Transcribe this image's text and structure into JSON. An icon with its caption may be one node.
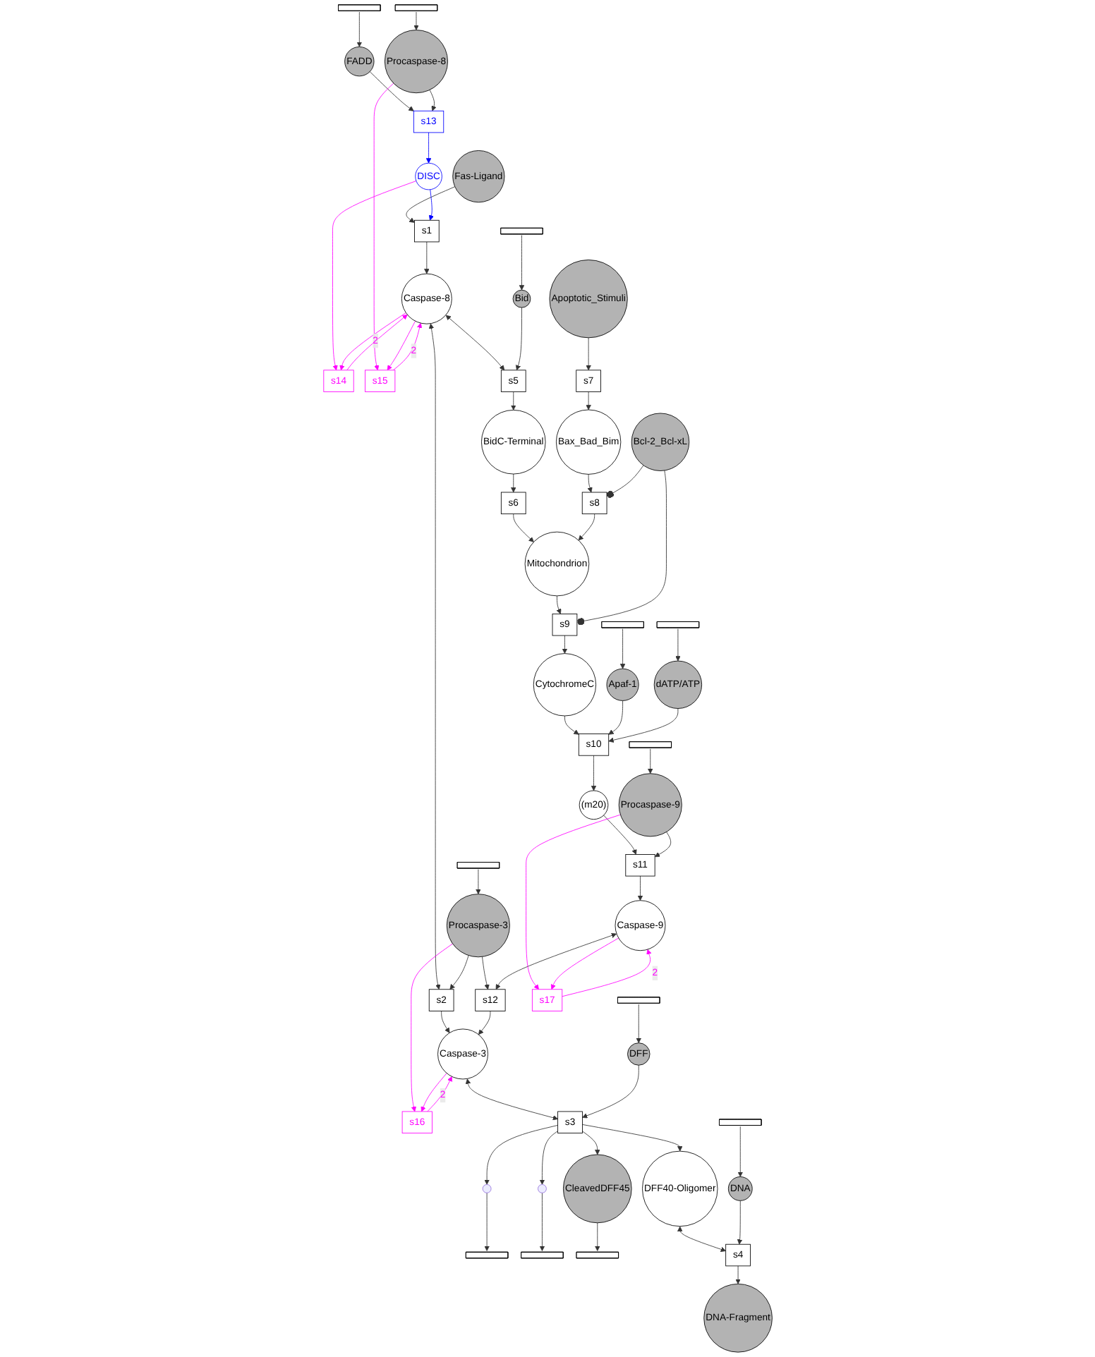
{
  "diagram": {
    "nodes": [
      {
        "text": [],
        "shape": "bar"
      },
      {
        "text": [],
        "shape": "bar"
      },
      {
        "text": [
          "Fas-Ligand"
        ]
      },
      {
        "text": [
          "FADD"
        ]
      },
      {
        "text": [
          "Procaspase-8"
        ]
      },
      {
        "text": [
          "s13"
        ]
      },
      {
        "text": [
          "DISC"
        ]
      },
      {
        "text": [
          "s1"
        ]
      },
      {
        "text": [
          "s14"
        ]
      },
      {
        "text": [
          "s15"
        ]
      },
      {
        "text": [],
        "shape": "bar"
      },
      {
        "text": [
          "Bid"
        ]
      },
      {
        "text": [
          "Caspase-8"
        ]
      },
      {
        "text": [
          "s5"
        ]
      },
      {
        "text": [],
        "shape": "bar"
      },
      {
        "text": [
          "Procaspase-3"
        ]
      },
      {
        "text": [
          "BidC-Terminal"
        ]
      },
      {
        "text": [
          "s6"
        ]
      },
      {
        "text": [
          "s16"
        ]
      },
      {
        "text": [
          "s2"
        ]
      },
      {
        "text": [
          "s12"
        ]
      },
      {
        "text": [
          "Caspase-3"
        ]
      },
      {
        "text": [],
        "shape": "bar"
      },
      {
        "text": [
          "DFF"
        ]
      },
      {
        "text": [
          "s3"
        ]
      },
      {
        "text": [],
        "shape": "circle"
      },
      {
        "text": [],
        "shape": "circle"
      },
      {
        "text": [
          "CleavedDFF45"
        ]
      },
      {
        "text": [],
        "shape": "bar"
      },
      {
        "text": [],
        "shape": "bar"
      },
      {
        "text": [],
        "shape": "bar"
      },
      {
        "text": [
          "DFF40-Oligomer"
        ]
      },
      {
        "text": [],
        "shape": "bar"
      },
      {
        "text": [
          "DNA"
        ]
      },
      {
        "text": [
          "s4"
        ]
      },
      {
        "text": [
          "DNA-Fragment"
        ]
      },
      {
        "text": [
          "Apoptotic_Stimuli"
        ]
      },
      {
        "text": [
          "s7"
        ]
      },
      {
        "text": [
          "Bax_Bad_Bim"
        ]
      },
      {
        "text": [
          "s8"
        ]
      },
      {
        "text": [
          "Mitochondrion"
        ]
      },
      {
        "text": [
          "Bcl-2_Bcl-xL"
        ]
      },
      {
        "text": [
          "s9"
        ]
      },
      {
        "text": [
          "CytochromeC"
        ]
      },
      {
        "text": [
          "Apaf-1"
        ]
      },
      {
        "text": [],
        "shape": "bar"
      },
      {
        "text": [
          "s10"
        ]
      },
      {
        "text": [
          "dATP/ATP"
        ]
      },
      {
        "text": [],
        "shape": "bar"
      },
      {
        "text": [
          "(m20)"
        ]
      },
      {
        "text": [
          "Procaspase-9"
        ]
      },
      {
        "text": [],
        "shape": "bar"
      },
      {
        "text": [
          "s11"
        ]
      },
      {
        "text": [
          "s17"
        ]
      },
      {
        "text": [
          "Caspase-9"
        ]
      }
    ],
    "edges": [
      {
        "from": 0,
        "to": 3,
        "arrow": "to"
      },
      {
        "from": 1,
        "to": 4,
        "arrow": "to"
      },
      {
        "from": 3,
        "to": 5,
        "arrow": "to"
      },
      {
        "from": 4,
        "to": 5,
        "arrow": "to"
      },
      {
        "from": 5,
        "to": 6,
        "arrow": "to",
        "color": "#0000ff"
      },
      {
        "from": 2,
        "to": 7,
        "arrow": "to"
      },
      {
        "from": 6,
        "to": 7,
        "arrow": "to",
        "color": "#0000ff"
      },
      {
        "from": 6,
        "to": 8,
        "arrow": "to",
        "color": "#ff00ff"
      },
      {
        "from": 4,
        "to": 9,
        "arrow": "to",
        "color": "#ff00ff"
      },
      {
        "from": 7,
        "to": 12,
        "arrow": "to"
      },
      {
        "from": 12,
        "to": 8,
        "arrow": "to",
        "color": "#ff00ff"
      },
      {
        "from": 8,
        "to": 12,
        "arrow": "to",
        "label": "2",
        "color": "#ff00ff"
      },
      {
        "from": 12,
        "to": 9,
        "arrow": "to",
        "color": "#ff00ff"
      },
      {
        "from": 9,
        "to": 12,
        "arrow": "to",
        "label": "2",
        "color": "#ff00ff"
      },
      {
        "from": 10,
        "to": 11,
        "arrow": "to"
      },
      {
        "from": 12,
        "to": 13,
        "arrow": "both"
      },
      {
        "from": 11,
        "to": 13,
        "arrow": "to"
      },
      {
        "from": 13,
        "to": 16,
        "arrow": "to"
      },
      {
        "from": 16,
        "to": 17,
        "arrow": "to"
      },
      {
        "from": 17,
        "to": 40,
        "arrow": "to"
      },
      {
        "from": 12,
        "to": 19,
        "arrow": "both"
      },
      {
        "from": 14,
        "to": 15,
        "arrow": "to"
      },
      {
        "from": 15,
        "to": 19,
        "arrow": "to"
      },
      {
        "from": 15,
        "to": 18,
        "arrow": "to",
        "color": "#ff00ff"
      },
      {
        "from": 15,
        "to": 20,
        "arrow": "to"
      },
      {
        "from": 19,
        "to": 21,
        "arrow": "to"
      },
      {
        "from": 21,
        "to": 18,
        "arrow": "to",
        "color": "#ff00ff"
      },
      {
        "from": 18,
        "to": 21,
        "arrow": "to",
        "label": "2",
        "color": "#ff00ff"
      },
      {
        "from": 20,
        "to": 21,
        "arrow": "to"
      },
      {
        "from": 54,
        "to": 20,
        "arrow": "both"
      },
      {
        "from": 21,
        "to": 24,
        "arrow": "both"
      },
      {
        "from": 22,
        "to": 23,
        "arrow": "to"
      },
      {
        "from": 23,
        "to": 24,
        "arrow": "to"
      },
      {
        "from": 24,
        "to": 25,
        "arrow": "to"
      },
      {
        "from": 24,
        "to": 26,
        "arrow": "to"
      },
      {
        "from": 24,
        "to": 27,
        "arrow": "to"
      },
      {
        "from": 25,
        "to": 28,
        "arrow": "to"
      },
      {
        "from": 26,
        "to": 29,
        "arrow": "to"
      },
      {
        "from": 27,
        "to": 30,
        "arrow": "to"
      },
      {
        "from": 24,
        "to": 31,
        "arrow": "to"
      },
      {
        "from": 31,
        "to": 34,
        "arrow": "both"
      },
      {
        "from": 32,
        "to": 33,
        "arrow": "to"
      },
      {
        "from": 33,
        "to": 34,
        "arrow": "to"
      },
      {
        "from": 34,
        "to": 35,
        "arrow": "to"
      },
      {
        "from": 36,
        "to": 37,
        "arrow": "to"
      },
      {
        "from": 37,
        "to": 38,
        "arrow": "to"
      },
      {
        "from": 38,
        "to": 39,
        "arrow": "to"
      },
      {
        "from": 41,
        "to": 39,
        "arrow": "other"
      },
      {
        "from": 39,
        "to": 40,
        "arrow": "to"
      },
      {
        "from": 40,
        "to": 42,
        "arrow": "to"
      },
      {
        "from": 41,
        "to": 42,
        "arrow": "other"
      },
      {
        "from": 42,
        "to": 43,
        "arrow": "to"
      },
      {
        "from": 43,
        "to": 46,
        "arrow": "to"
      },
      {
        "from": 45,
        "to": 44,
        "arrow": "to"
      },
      {
        "from": 44,
        "to": 46,
        "arrow": "to"
      },
      {
        "from": 48,
        "to": 47,
        "arrow": "to"
      },
      {
        "from": 47,
        "to": 46,
        "arrow": "to"
      },
      {
        "from": 46,
        "to": 49,
        "arrow": "to"
      },
      {
        "from": 51,
        "to": 50,
        "arrow": "to"
      },
      {
        "from": 49,
        "to": 52,
        "arrow": "to"
      },
      {
        "from": 50,
        "to": 52,
        "arrow": "to"
      },
      {
        "from": 50,
        "to": 53,
        "arrow": "to",
        "color": "#ff00ff"
      },
      {
        "from": 52,
        "to": 54,
        "arrow": "to"
      },
      {
        "from": 54,
        "to": 53,
        "arrow": "to",
        "color": "#ff00ff"
      },
      {
        "from": 53,
        "to": 54,
        "arrow": "to",
        "label": "2",
        "color": "#ff00ff"
      }
    ]
  }
}
